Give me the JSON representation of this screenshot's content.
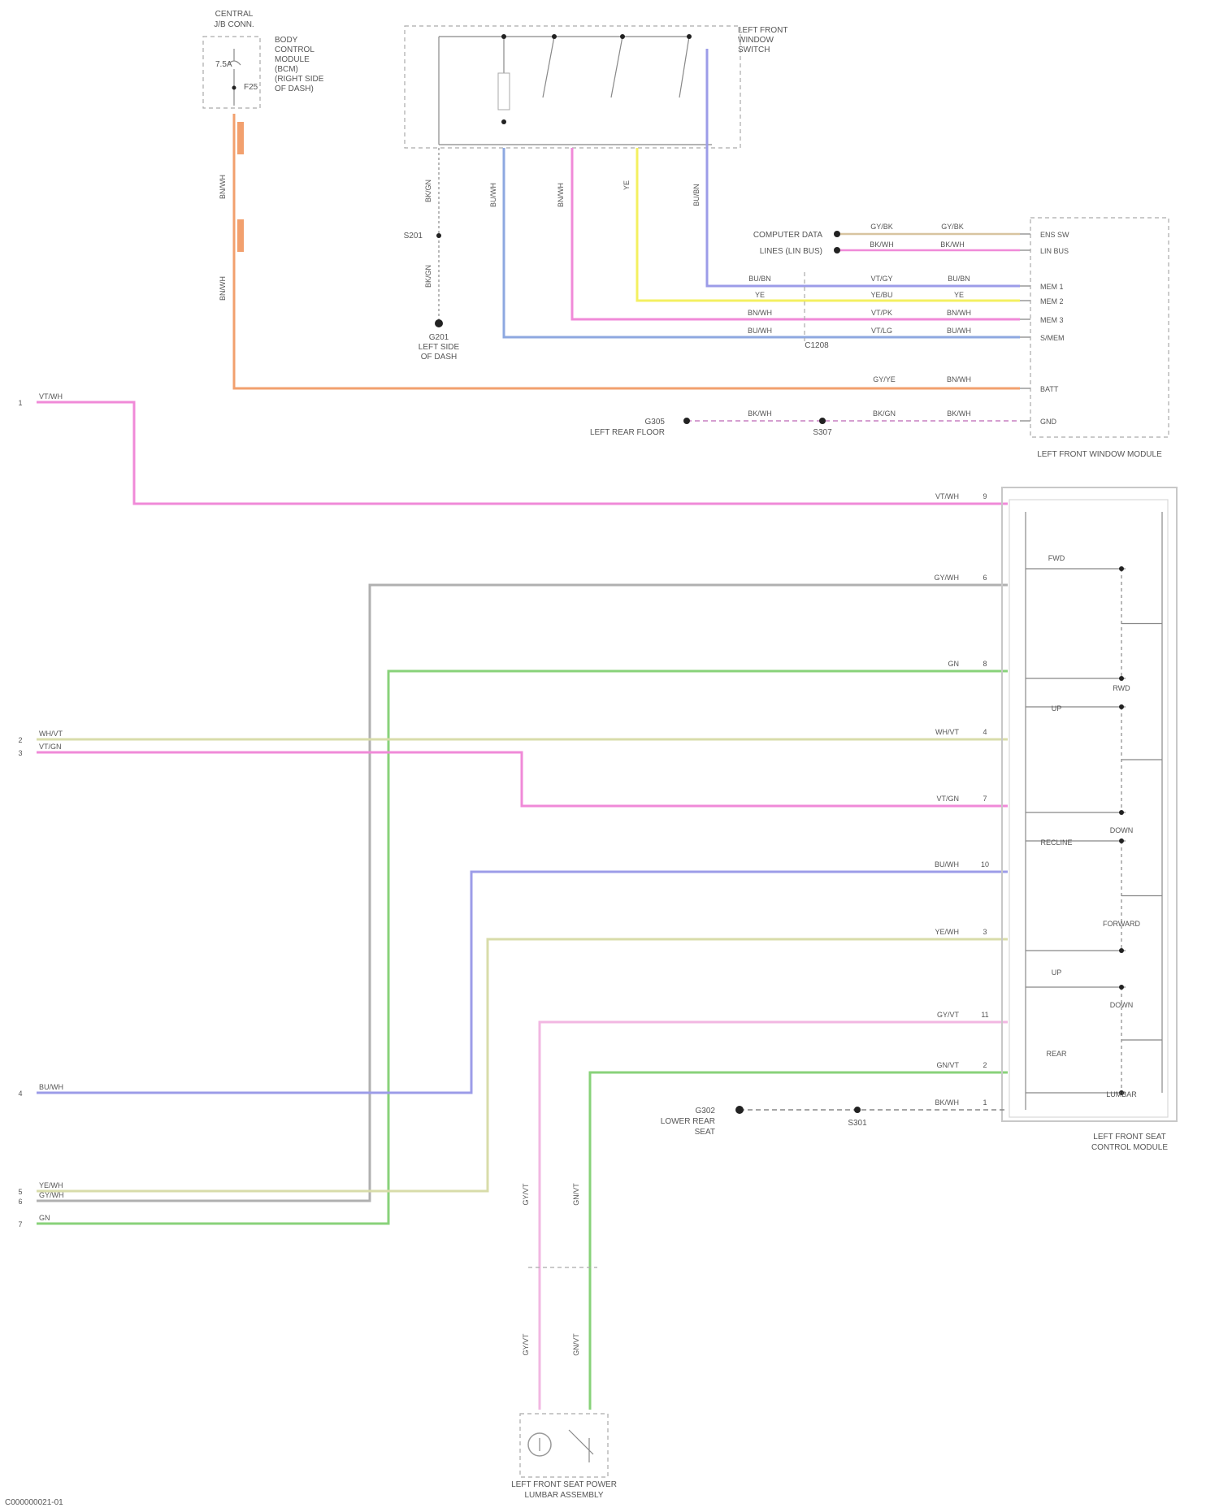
{
  "diagram_id": "C000000021-01",
  "colors": {
    "orange": "#f2a06e",
    "pink": "#f08ad8",
    "lightpink": "#f2b7e2",
    "yellow": "#f4f060",
    "blue": "#8ea8e0",
    "violet": "#9c9ce8",
    "gray": "#b0b0b0",
    "green": "#88d27a",
    "khaki": "#d8dcaa",
    "darkgray": "#9a9a9a"
  },
  "components": {
    "central_jb": {
      "lines": [
        "CENTRAL",
        "J/B CONN."
      ]
    },
    "fuse_box": {
      "lines": [
        "BODY",
        "CONTROL",
        "MODULE",
        "(BCM)",
        "(RIGHT SIDE",
        "OF DASH)"
      ]
    },
    "fuse_tag": "F25",
    "fuse_rating": "7.5A",
    "window_switch": {
      "lines": [
        "LEFT FRONT",
        "WINDOW",
        "SWITCH"
      ]
    },
    "window_module": "LEFT FRONT WINDOW MODULE",
    "seat_module": {
      "lines": [
        "LEFT FRONT SEAT",
        "CONTROL MODULE"
      ]
    },
    "lumbar_sensor": {
      "lines": [
        "LEFT FRONT SEAT POWER",
        "LUMBAR ASSEMBLY"
      ]
    },
    "ground_1": {
      "lines": [
        "G201",
        "LEFT SIDE",
        "OF DASH"
      ]
    },
    "ground_2": {
      "lines": [
        "G305",
        "LEFT REAR FLOOR"
      ]
    },
    "ground_3": {
      "lines": [
        "G302",
        "LOWER REAR",
        "SEAT"
      ]
    },
    "splice_1": "S201",
    "splice_2": "S307",
    "splice_3": "S301",
    "cross_connector": "C1208"
  },
  "module_pins_top": [
    "ENS SW",
    "LIN BUS",
    "MEM 1",
    "MEM 2",
    "MEM 3",
    "S/MEM",
    "BATT",
    "GND"
  ],
  "top_left_labels": [
    "COMPUTER DATA",
    "LINES (LIN BUS)"
  ],
  "top_wires": {
    "lin_a": "GY/BK",
    "lin_b": "BK/WH",
    "rows": [
      {
        "left": "BU/BN",
        "mid": "VT/GY",
        "right": "BU/BN"
      },
      {
        "left": "YE",
        "mid": "YE/BU",
        "right": "YE"
      },
      {
        "left": "BN/WH",
        "mid": "VT/PK",
        "right": "BN/WH"
      },
      {
        "left": "BU/WH",
        "mid": "VT/LG",
        "right": "BU/WH"
      }
    ],
    "batt_mid": "GY/YE",
    "batt_right": "BN/WH",
    "gnd_left": "BK/WH",
    "gnd_mid": "BK/GN",
    "gnd_right": "BK/WH"
  },
  "vertical_wire_labels": {
    "orange_top": "BN/WH",
    "orange_bottom": "BN/WH",
    "ground_wire": "BK/GN",
    "ground_wire_lower": "BK/GN",
    "blue": "BU/WH",
    "pink": "BN/WH",
    "yellow": "YE",
    "violet": "BU/BN"
  },
  "seat_pins": [
    {
      "wire": "VT/WH",
      "pin": "9"
    },
    {
      "wire": "GY/WH",
      "pin": "6"
    },
    {
      "wire": "GN",
      "pin": "8"
    },
    {
      "wire": "WH/VT",
      "pin": "4"
    },
    {
      "wire": "VT/GN",
      "pin": "7"
    },
    {
      "wire": "BU/WH",
      "pin": "10"
    },
    {
      "wire": "YE/WH",
      "pin": "3"
    },
    {
      "wire": "GY/VT",
      "pin": "11"
    },
    {
      "wire": "GN/VT",
      "pin": "2"
    },
    {
      "wire": "BK/WH",
      "pin": "1"
    }
  ],
  "seat_switch_labels": [
    "FWD",
    "RWD",
    "UP",
    "DOWN",
    "RECLINE",
    "FORWARD",
    "UP",
    "DOWN",
    "REAR",
    "LUMBAR"
  ],
  "left_terminals": [
    {
      "n": "1",
      "wire": "VT/WH"
    },
    {
      "n": "2",
      "wire": "WH/VT"
    },
    {
      "n": "3",
      "wire": "VT/GN"
    },
    {
      "n": "4",
      "wire": "BU/WH"
    },
    {
      "n": "5",
      "wire": "YE/WH"
    },
    {
      "n": "6",
      "wire": "GY/WH"
    },
    {
      "n": "7",
      "wire": "GN"
    }
  ],
  "lower_vertical_labels": [
    "GY/VT",
    "GN/VT",
    "GY/VT",
    "GN/VT"
  ]
}
